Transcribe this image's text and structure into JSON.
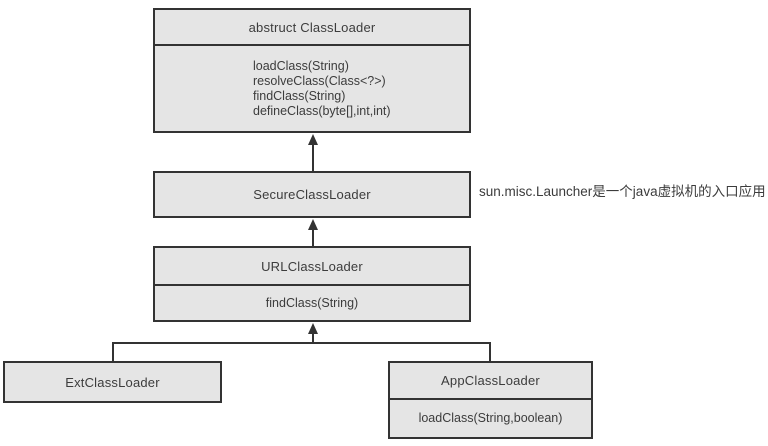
{
  "diagram": {
    "annotation": "sun.misc.Launcher是一个java虚拟机的入口应用",
    "colors": {
      "box_fill": "#e5e5e5",
      "box_border": "#333333",
      "connector_line": "#333333",
      "text": "#3c3c3c",
      "background": "#ffffff"
    },
    "classes": {
      "classLoader": {
        "title": "abstruct ClassLoader",
        "methods": [
          "loadClass(String)",
          "resolveClass(Class<?>)",
          "findClass(String)",
          "defineClass(byte[],int,int)"
        ]
      },
      "secureClassLoader": {
        "title": "SecureClassLoader"
      },
      "urlClassLoader": {
        "title": "URLClassLoader",
        "methods": [
          "findClass(String)"
        ]
      },
      "extClassLoader": {
        "title": "ExtClassLoader"
      },
      "appClassLoader": {
        "title": "AppClassLoader",
        "methods": [
          "loadClass(String,boolean)"
        ]
      }
    }
  }
}
